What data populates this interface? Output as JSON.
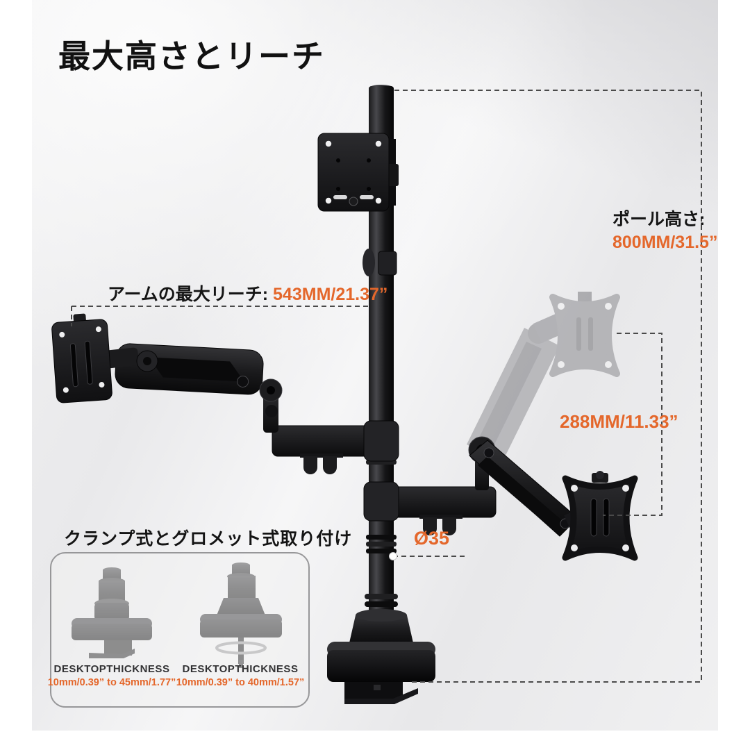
{
  "page": {
    "title": "最大高さとリーチ"
  },
  "annotations": {
    "arm_reach": {
      "label": "アームの最大リーチ: ",
      "value": "543MM/21.37”"
    },
    "pole_height": {
      "label": "ポール高さ:",
      "value": "800MM/31.5”"
    },
    "lift_range": {
      "value": "288MM/11.33”"
    },
    "pole_diameter": {
      "value": "Ø35"
    }
  },
  "mounting": {
    "title": "クランプ式とグロメット式取り付け",
    "options": [
      {
        "name": "clamp-mount",
        "label": "DESKTOPTHICKNESS",
        "value": "10mm/0.39” to 45mm/1.77”"
      },
      {
        "name": "grommet-mount",
        "label": "DESKTOPTHICKNESS",
        "value": "10mm/0.39” to 40mm/1.57”"
      }
    ]
  },
  "colors": {
    "accent": "#E4672B",
    "text": "#141414",
    "dash_line": "#4a4a4a",
    "background": "#eeeeef"
  }
}
